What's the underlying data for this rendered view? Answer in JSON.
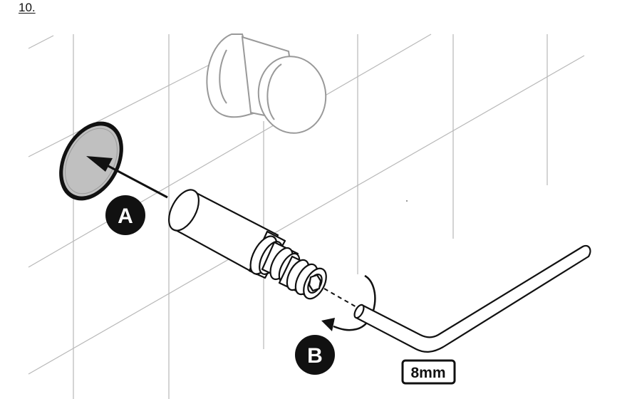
{
  "step": {
    "number": "10."
  },
  "callouts": {
    "a": {
      "label": "A"
    },
    "b": {
      "label": "B"
    }
  },
  "wrench": {
    "size_label": "8mm"
  },
  "colors": {
    "line": "#111111",
    "grid": "#b5b5b5",
    "faint": "#8a8a8a",
    "cap_fill": "#bfbfbf",
    "badge": "#111111",
    "badge_text": "#ffffff"
  }
}
